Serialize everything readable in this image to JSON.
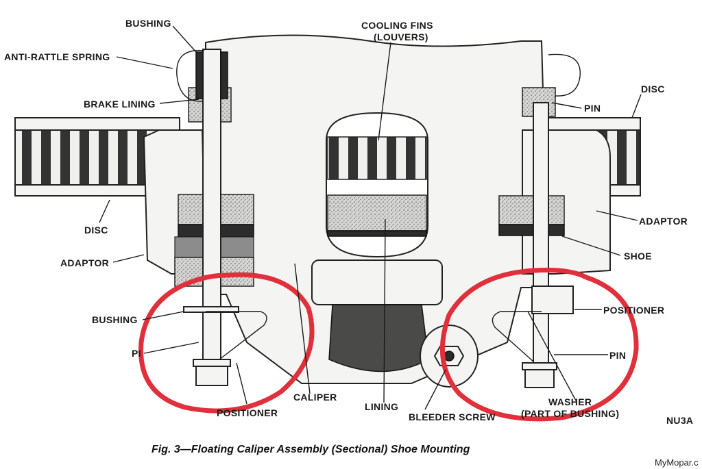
{
  "labels": {
    "bushing_top": "BUSHING",
    "anti_rattle_spring": "ANTI-RATTLE SPRING",
    "brake_lining": "BRAKE LINING",
    "cooling_fins": "COOLING FINS",
    "cooling_fins_sub": "(LOUVERS)",
    "disc_right": "DISC",
    "pin_right_top": "PIN",
    "disc_left": "DISC",
    "adaptor_left": "ADAPTOR",
    "adaptor_right": "ADAPTOR",
    "shoe": "SHOE",
    "bushing_left": "BUSHING",
    "pin_left": "PI",
    "positioner_left": "POSITIONER",
    "caliper": "CALIPER",
    "lining": "LINING",
    "bleeder_screw": "BLEEDER SCREW",
    "positioner_right": "POSITIONER",
    "pin_right": "PIN",
    "washer": "WASHER",
    "washer_sub": "(PART OF BUSHING)",
    "code": "NU3A"
  },
  "caption": "Fig. 3—Floating Caliper Assembly (Sectional) Shoe Mounting",
  "watermark": "MyMopar.c",
  "colors": {
    "highlight": "#e0303b",
    "ink": "#1a1a1a"
  }
}
